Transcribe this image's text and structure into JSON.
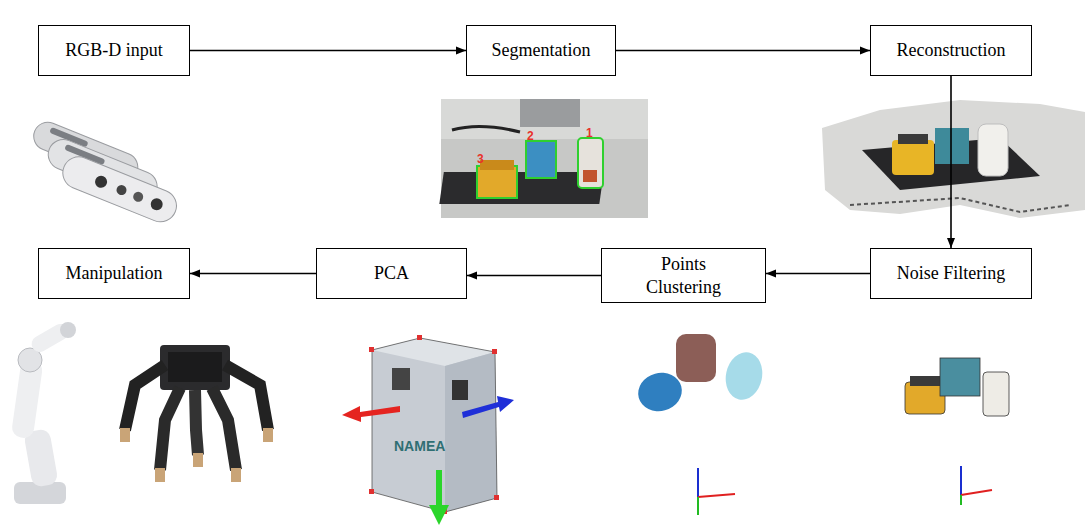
{
  "diagram": {
    "nodes": [
      {
        "text": [
          "RGB-D input"
        ]
      },
      {
        "text": [
          "Segmentation"
        ]
      },
      {
        "text": [
          "Reconstruction"
        ]
      },
      {
        "text": [
          "Noise Filtering"
        ]
      },
      {
        "text": [
          "Points Clustering"
        ]
      },
      {
        "text": [
          "PCA"
        ]
      },
      {
        "text": [
          "Manipulation"
        ]
      }
    ],
    "edges": [
      {
        "from": 0,
        "to": 1,
        "arrow": "to"
      },
      {
        "from": 1,
        "to": 2,
        "arrow": "to"
      },
      {
        "from": 2,
        "to": 3,
        "arrow": "to"
      },
      {
        "from": 3,
        "to": 4,
        "arrow": "to"
      },
      {
        "from": 4,
        "to": 5,
        "arrow": "to"
      },
      {
        "from": 5,
        "to": 6,
        "arrow": "to"
      }
    ],
    "labels": [
      "3",
      "2",
      "1",
      "NAMEA"
    ]
  }
}
